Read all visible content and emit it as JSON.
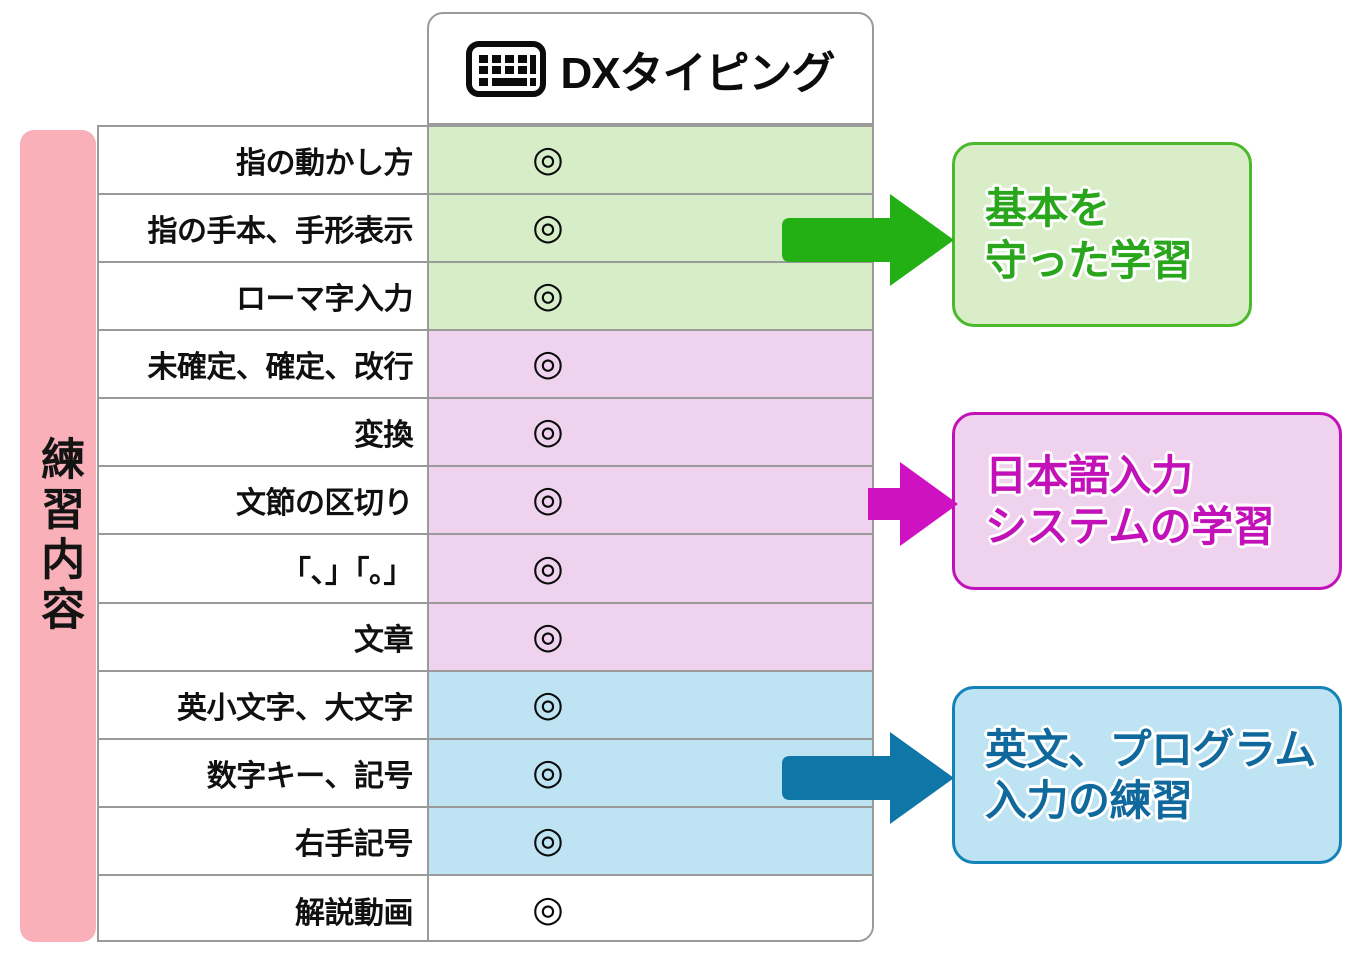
{
  "header": {
    "icon": "keyboard-icon",
    "title": "DXタイピング"
  },
  "vertical_label": {
    "text": "練習内容"
  },
  "colors": {
    "pink_label": "#FAB0B8",
    "group_basic_bg": "#D6EDC8",
    "group_basic_accent": "#2AA61D",
    "group_jp_bg": "#EFD3EE",
    "group_jp_accent": "#C211B8",
    "group_en_bg": "#BEE3F2",
    "group_en_accent": "#10699C",
    "border": "#9A9A9A"
  },
  "table": {
    "mark_symbol": "◎",
    "rows": [
      {
        "label": "指の動かし方",
        "mark": "◎",
        "group": "basic"
      },
      {
        "label": "指の手本、手形表示",
        "mark": "◎",
        "group": "basic"
      },
      {
        "label": "ローマ字入力",
        "mark": "◎",
        "group": "basic"
      },
      {
        "label": "未確定、確定、改行",
        "mark": "◎",
        "group": "jp"
      },
      {
        "label": "変換",
        "mark": "◎",
        "group": "jp"
      },
      {
        "label": "文節の区切り",
        "mark": "◎",
        "group": "jp"
      },
      {
        "label": "「、」「。」",
        "mark": "◎",
        "group": "jp"
      },
      {
        "label": "文章",
        "mark": "◎",
        "group": "jp"
      },
      {
        "label": "英小文字、大文字",
        "mark": "◎",
        "group": "en"
      },
      {
        "label": "数字キー、記号",
        "mark": "◎",
        "group": "en"
      },
      {
        "label": "右手記号",
        "mark": "◎",
        "group": "en"
      },
      {
        "label": "解説動画",
        "mark": "◎",
        "group": "none"
      }
    ]
  },
  "callouts": {
    "basic": {
      "line1": "基本を",
      "line2": "守った学習"
    },
    "jp": {
      "line1": "日本語入力",
      "line2": "システムの学習"
    },
    "en": {
      "line1": "英文、プログラム",
      "line2": "入力の練習"
    }
  }
}
